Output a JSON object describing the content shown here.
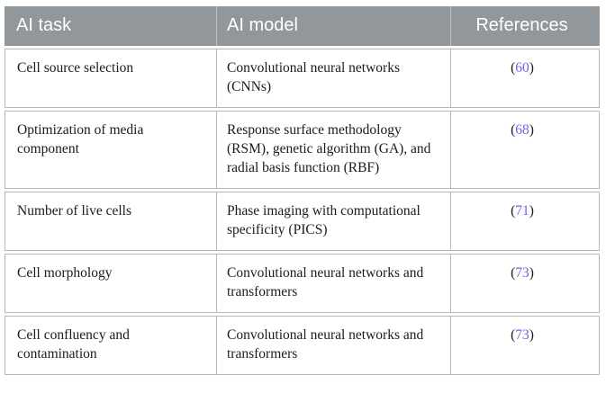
{
  "table": {
    "headers": [
      {
        "label": "AI task",
        "name": "column-header-ai-task"
      },
      {
        "label": "AI model",
        "name": "column-header-ai-model"
      },
      {
        "label": "References",
        "name": "column-header-references"
      }
    ],
    "rows": [
      {
        "ai_task": "Cell source selection",
        "ai_model": "Convolutional neural networks (CNNs)",
        "reference_open": "(",
        "reference_number": "60",
        "reference_close": ")"
      },
      {
        "ai_task": "Optimization of media component",
        "ai_model": "Response surface methodology (RSM), genetic algorithm (GA), and radial basis function (RBF)",
        "reference_open": "(",
        "reference_number": "68",
        "reference_close": ")"
      },
      {
        "ai_task": "Number of live cells",
        "ai_model": "Phase imaging with computational specificity (PICS)",
        "reference_open": "(",
        "reference_number": "71",
        "reference_close": ")"
      },
      {
        "ai_task": "Cell morphology",
        "ai_model": "Convolutional neural networks and transformers",
        "reference_open": "(",
        "reference_number": "73",
        "reference_close": ")"
      },
      {
        "ai_task": "Cell confluency and contamination",
        "ai_model": "Convolutional neural networks and transformers",
        "reference_open": "(",
        "reference_number": "73",
        "reference_close": ")"
      }
    ]
  },
  "colors": {
    "header_background": "#91979a",
    "header_text": "#ffffff",
    "body_text": "#1b1b1b",
    "cell_border": "#b3b8ba",
    "reference_link": "#6f63e8",
    "page_background": "#ffffff"
  }
}
